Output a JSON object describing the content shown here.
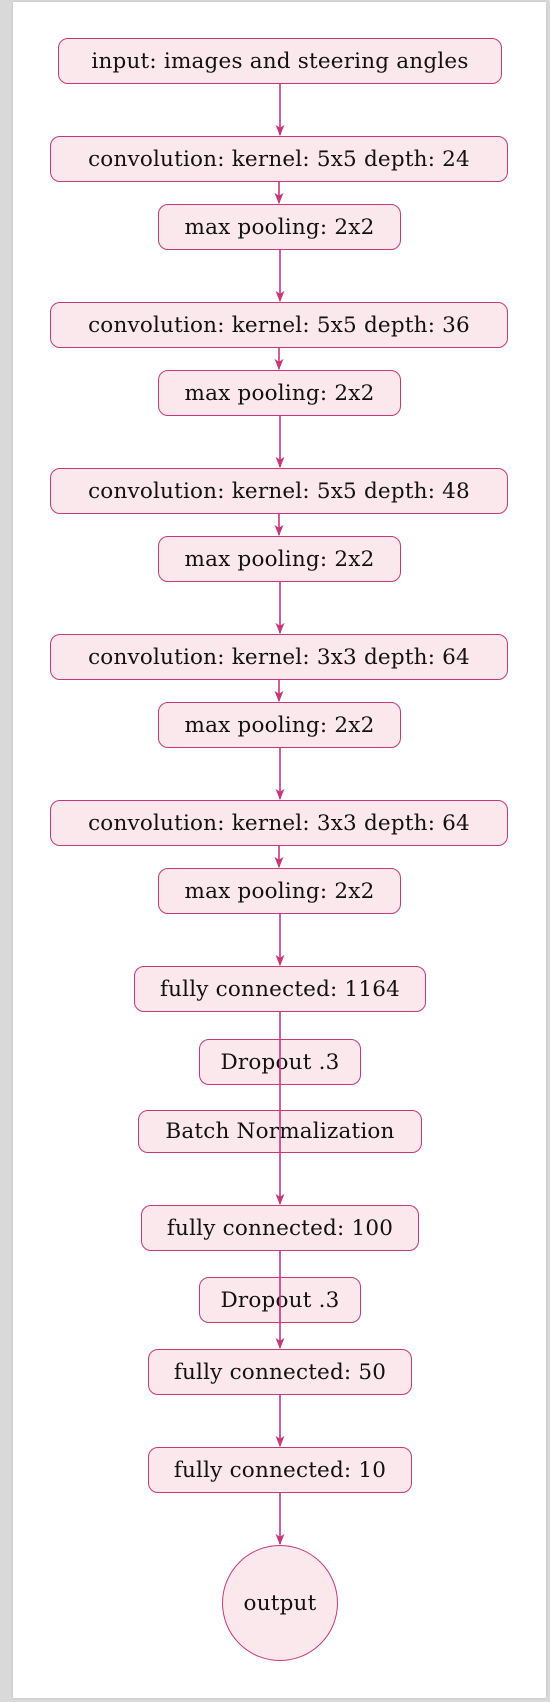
{
  "colors": {
    "node_fill": "#fae8ec",
    "node_border": "#c8377a",
    "arrow": "#c8377a",
    "page_bg": "#ffffff",
    "canvas_bg": "#d9d9d9"
  },
  "nodes": {
    "input": "input: images and steering angles",
    "conv1": "convolution: kernel: 5x5 depth: 24",
    "pool1": "max pooling: 2x2",
    "conv2": "convolution: kernel: 5x5 depth: 36",
    "pool2": "max pooling: 2x2",
    "conv3": "convolution: kernel: 5x5 depth: 48",
    "pool3": "max pooling: 2x2",
    "conv4": "convolution: kernel: 3x3 depth: 64",
    "pool4": "max pooling: 2x2",
    "conv5": "convolution: kernel: 3x3 depth: 64",
    "pool5": "max pooling: 2x2",
    "fc1164": "fully connected: 1164",
    "dropout1": "Dropout .3",
    "batchnorm": "Batch Normalization",
    "fc100": "fully connected: 100",
    "dropout2": "Dropout .3",
    "fc50": "fully connected: 50",
    "fc10": "fully connected: 10",
    "output": "output"
  },
  "edges": [
    [
      "input",
      "conv1"
    ],
    [
      "conv1",
      "pool1"
    ],
    [
      "pool1",
      "conv2"
    ],
    [
      "conv2",
      "pool2"
    ],
    [
      "pool2",
      "conv3"
    ],
    [
      "conv3",
      "pool3"
    ],
    [
      "pool3",
      "conv4"
    ],
    [
      "conv4",
      "pool4"
    ],
    [
      "pool4",
      "conv5"
    ],
    [
      "conv5",
      "pool5"
    ],
    [
      "pool5",
      "fc1164"
    ],
    [
      "fc1164",
      "fc100"
    ],
    [
      "fc100",
      "fc50"
    ],
    [
      "fc50",
      "fc10"
    ],
    [
      "fc10",
      "output"
    ]
  ]
}
